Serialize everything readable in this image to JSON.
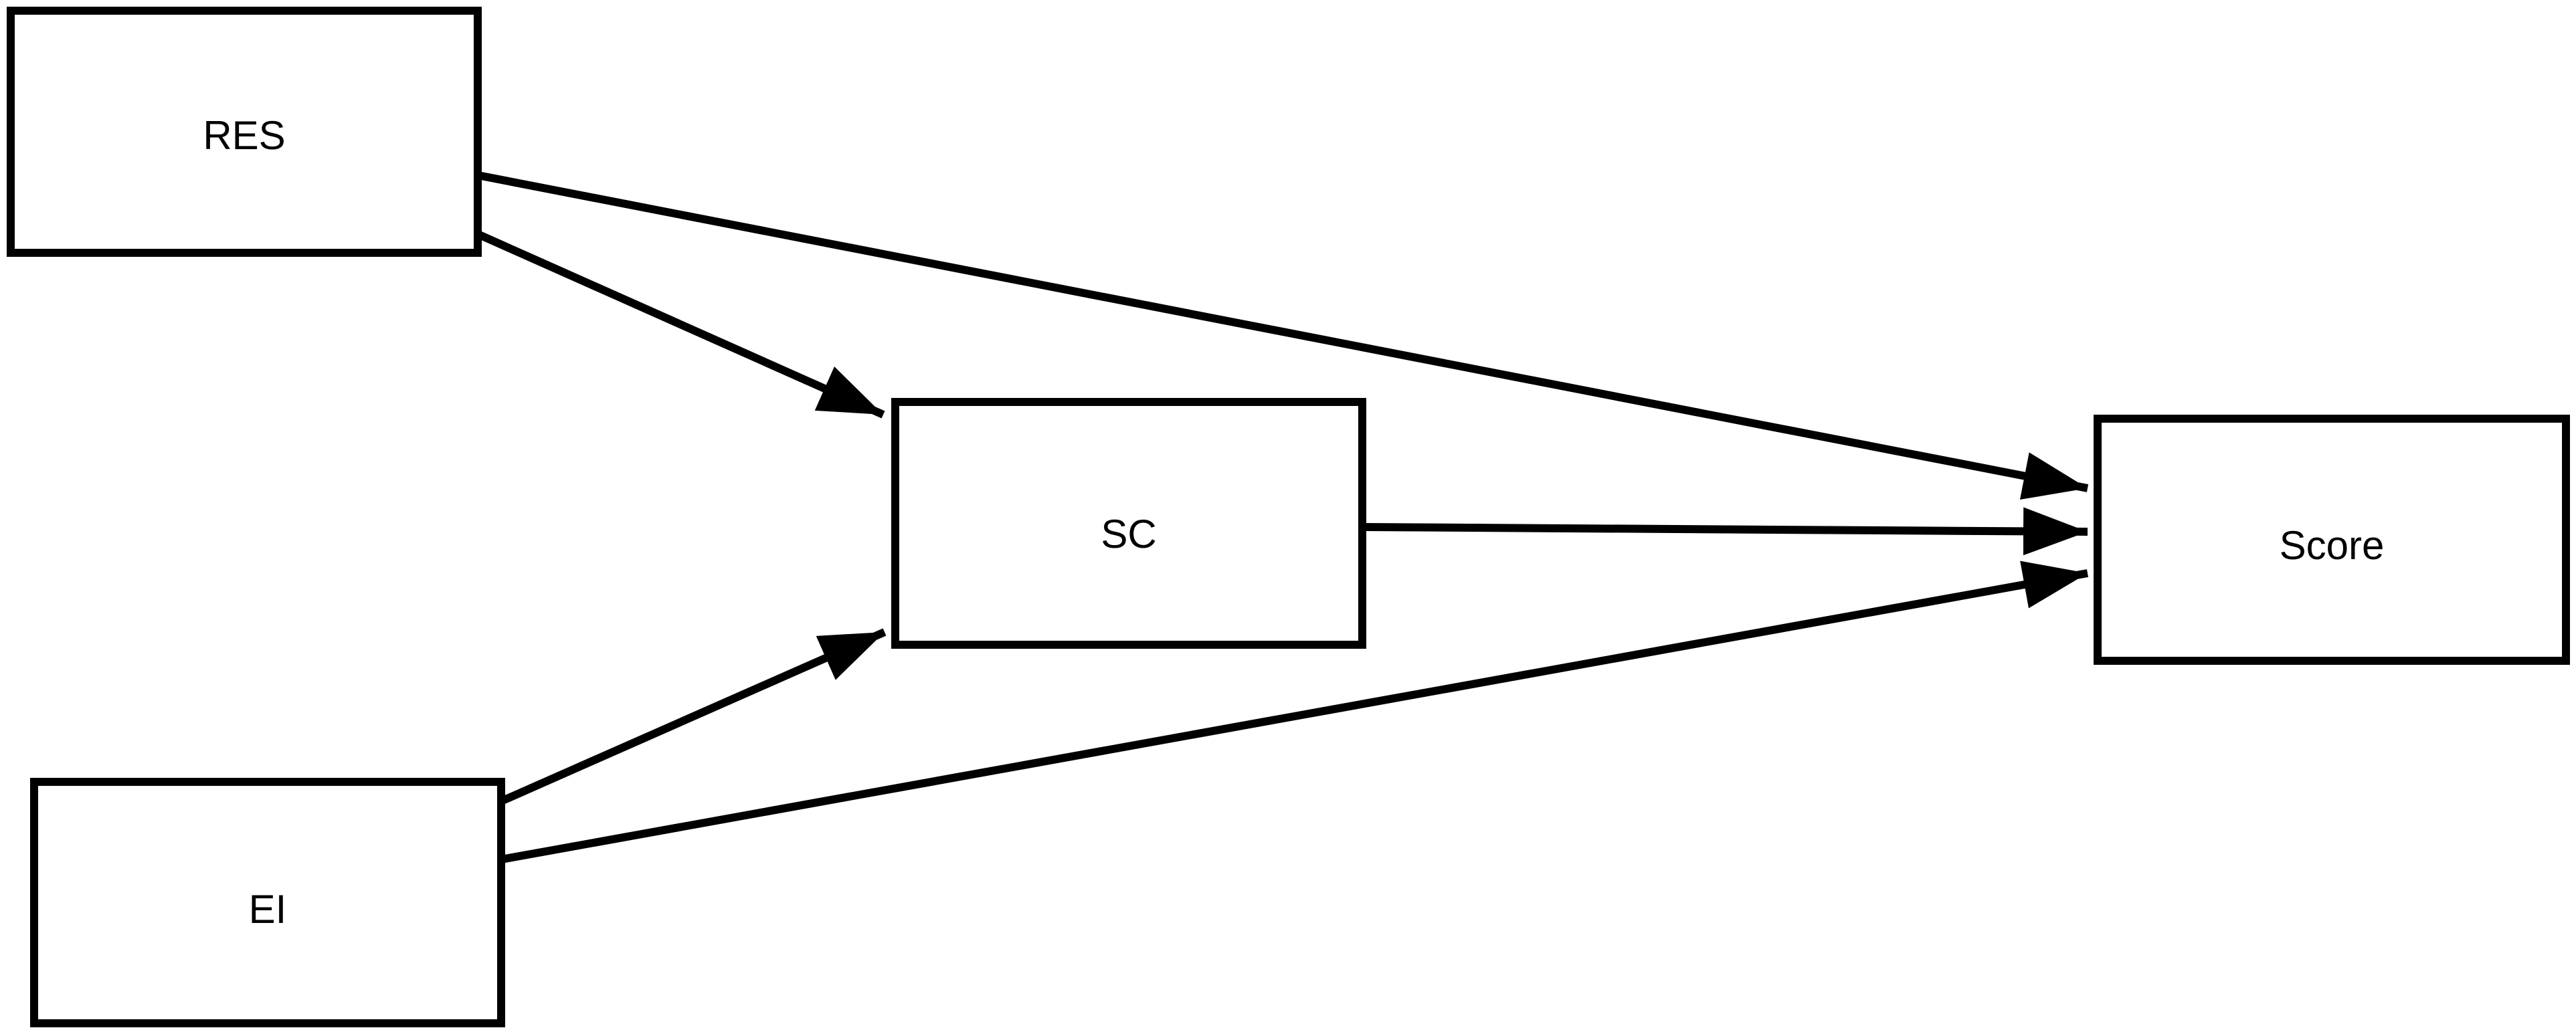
{
  "diagram": {
    "type": "path-diagram",
    "nodes": [
      {
        "id": "res",
        "label": "RES"
      },
      {
        "id": "sc",
        "label": "SC"
      },
      {
        "id": "ei",
        "label": "EI"
      },
      {
        "id": "score",
        "label": "Score"
      }
    ],
    "edges": [
      {
        "from": "res",
        "to": "sc"
      },
      {
        "from": "res",
        "to": "score"
      },
      {
        "from": "sc",
        "to": "score"
      },
      {
        "from": "ei",
        "to": "sc"
      },
      {
        "from": "ei",
        "to": "score"
      }
    ],
    "colors": {
      "stroke": "#000000",
      "fill": "#ffffff",
      "text": "#000000"
    }
  }
}
